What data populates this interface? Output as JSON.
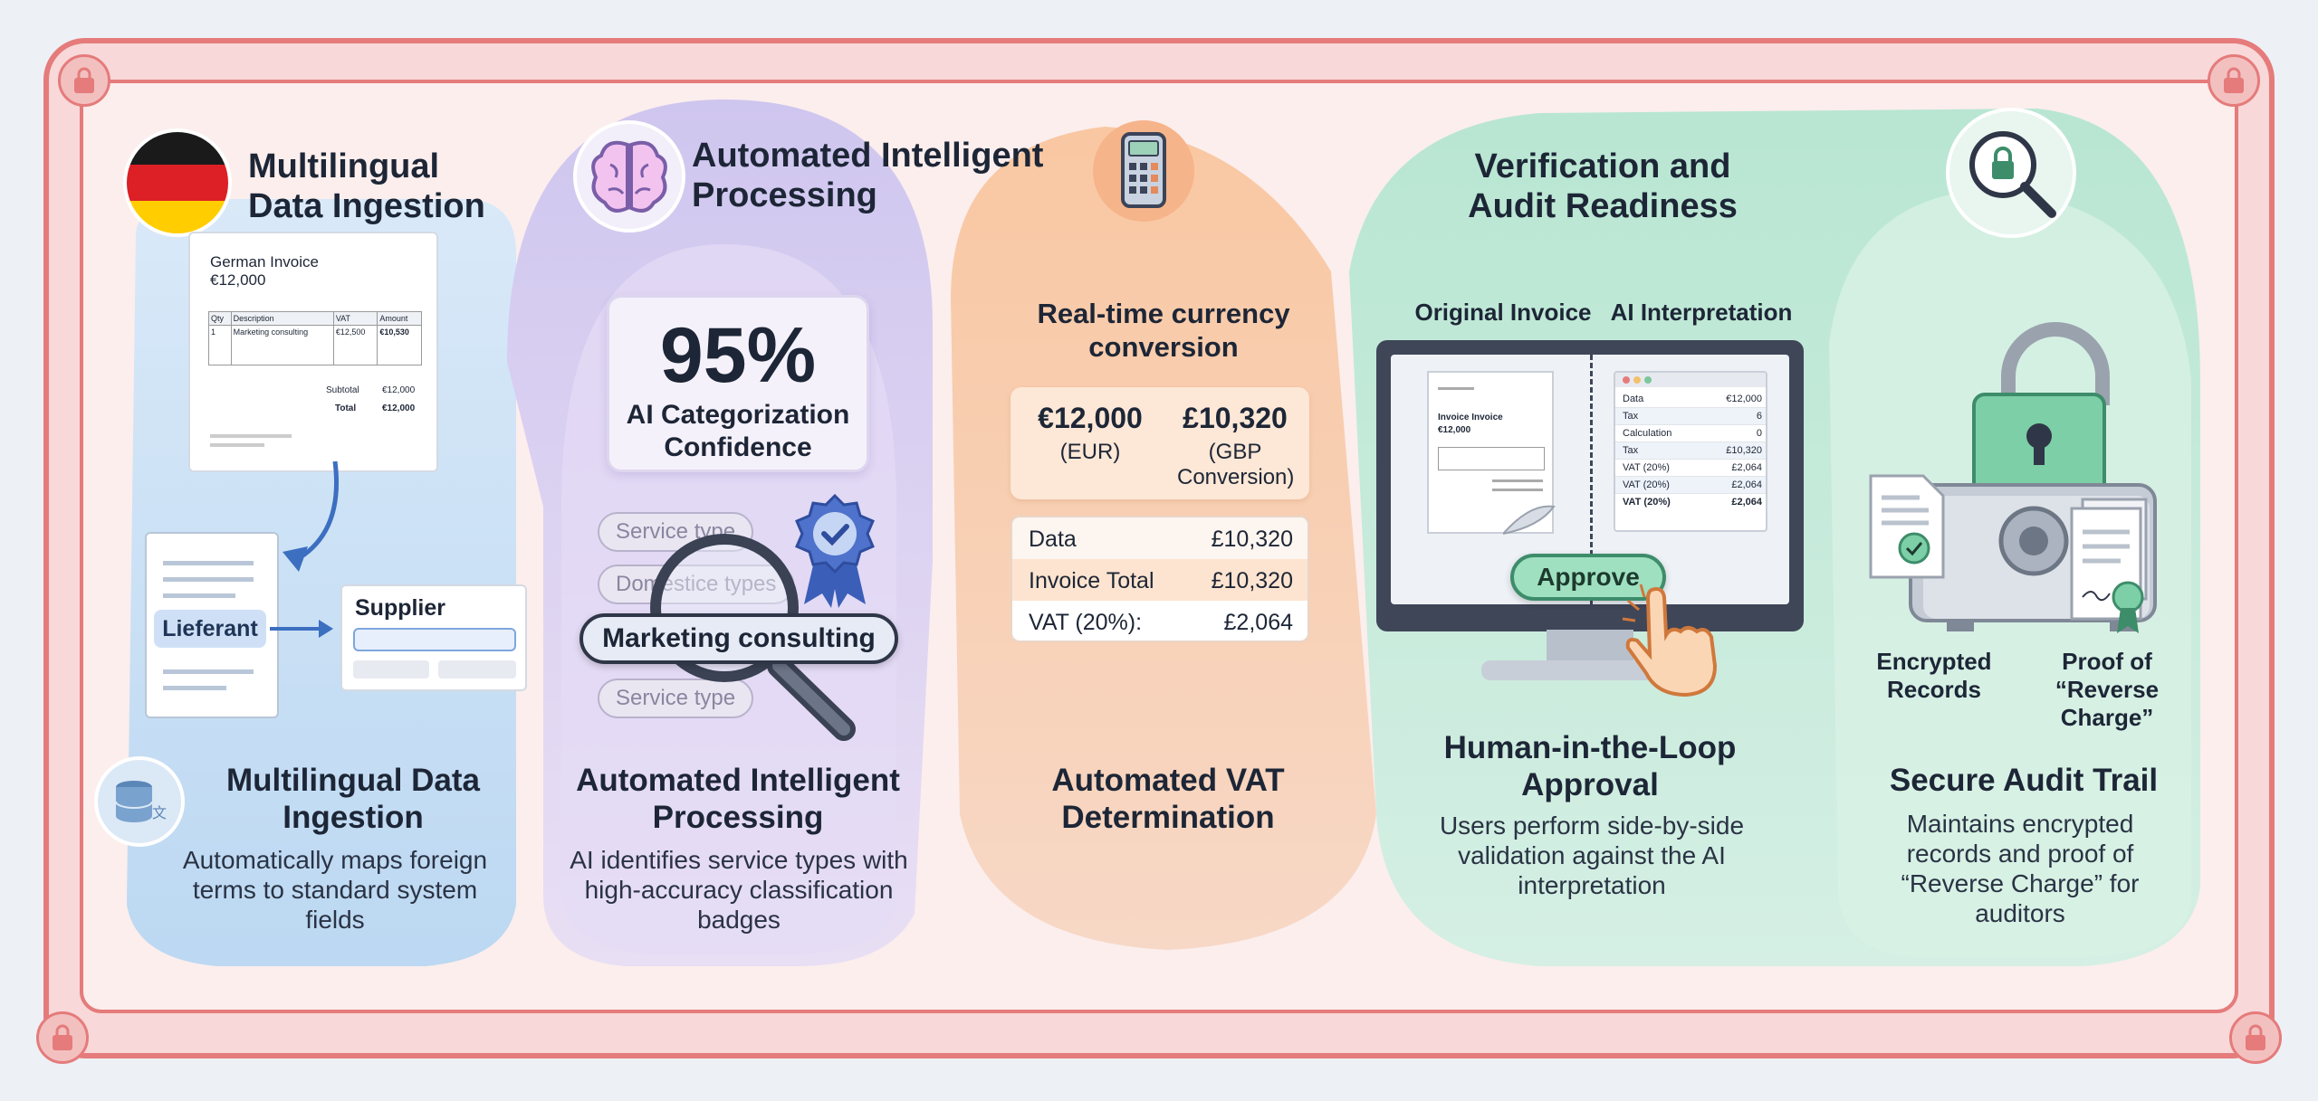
{
  "col1": {
    "title": "Multilingual Data Ingestion",
    "doc_title": "German Invoice",
    "doc_amount": "€12,000",
    "doc_head": [
      "Qty",
      "Description",
      "VAT",
      "Amount"
    ],
    "doc_row": [
      "1",
      "Marketing consulting",
      "€12,500",
      "€10,530"
    ],
    "doc_sub_label": "Subtotal",
    "doc_sub_val": "€12,000",
    "doc_total_label": "Total",
    "doc_total_val": "€12,000",
    "lieferant": "Lieferant",
    "supplier": "Supplier",
    "caption_title": "Multilingual Data Ingestion",
    "caption_desc": "Automatically maps foreign terms to standard system fields"
  },
  "col2": {
    "title": "Automated Intelligent Processing",
    "confidence_value": "95%",
    "confidence_label": "AI Categorization Confidence",
    "chips": [
      "Service type",
      "Domestice types",
      "Service type"
    ],
    "selected_chip": "Marketing consulting",
    "caption_title": "Automated Intelligent Processing",
    "caption_desc": "AI identifies service types with high-accuracy classification badges"
  },
  "col3": {
    "conv_title": "Real-time currency conversion",
    "eur_value": "€12,000",
    "eur_label": "(EUR)",
    "gbp_value": "£10,320",
    "gbp_label": "(GBP Conversion)",
    "rows": [
      {
        "label": "Data",
        "value": "£10,320"
      },
      {
        "label": "Invoice Total",
        "value": "£10,320"
      },
      {
        "label": "VAT (20%):",
        "value": "£2,064"
      }
    ],
    "caption_title": "Automated VAT Determination"
  },
  "col4": {
    "title": "Verification and Audit Readiness",
    "left_label": "Original Invoice",
    "right_label": "AI Interpretation",
    "mini_invoice_title": "Invoice Invoice",
    "mini_invoice_amount": "€12,000",
    "ai_rows": [
      {
        "label": "Data",
        "value": "€12,000"
      },
      {
        "label": "Tax",
        "value": "6"
      },
      {
        "label": "Calculation",
        "value": "0"
      },
      {
        "label": "Tax",
        "value": "£10,320"
      },
      {
        "label": "VAT (20%)",
        "value": "£2,064"
      },
      {
        "label": "VAT (20%)",
        "value": "£2,064"
      },
      {
        "label": "VAT (20%)",
        "value": "£2,064"
      }
    ],
    "approve": "Approve",
    "caption_title": "Human-in-the-Loop Approval",
    "caption_desc": "Users perform side-by-side validation against the AI interpretation"
  },
  "col5": {
    "label_left": "Encrypted Records",
    "label_right": "Proof of “Reverse Charge”",
    "caption_title": "Secure Audit Trail",
    "caption_desc": "Maintains encrypted records and proof of “Reverse Charge” for auditors"
  },
  "colors": {
    "frame": "#e57b7b",
    "blue": "#cfe3f6",
    "purple": "#ddd5f4",
    "orange": "#f9c9a6",
    "green": "#c7ecdb"
  }
}
